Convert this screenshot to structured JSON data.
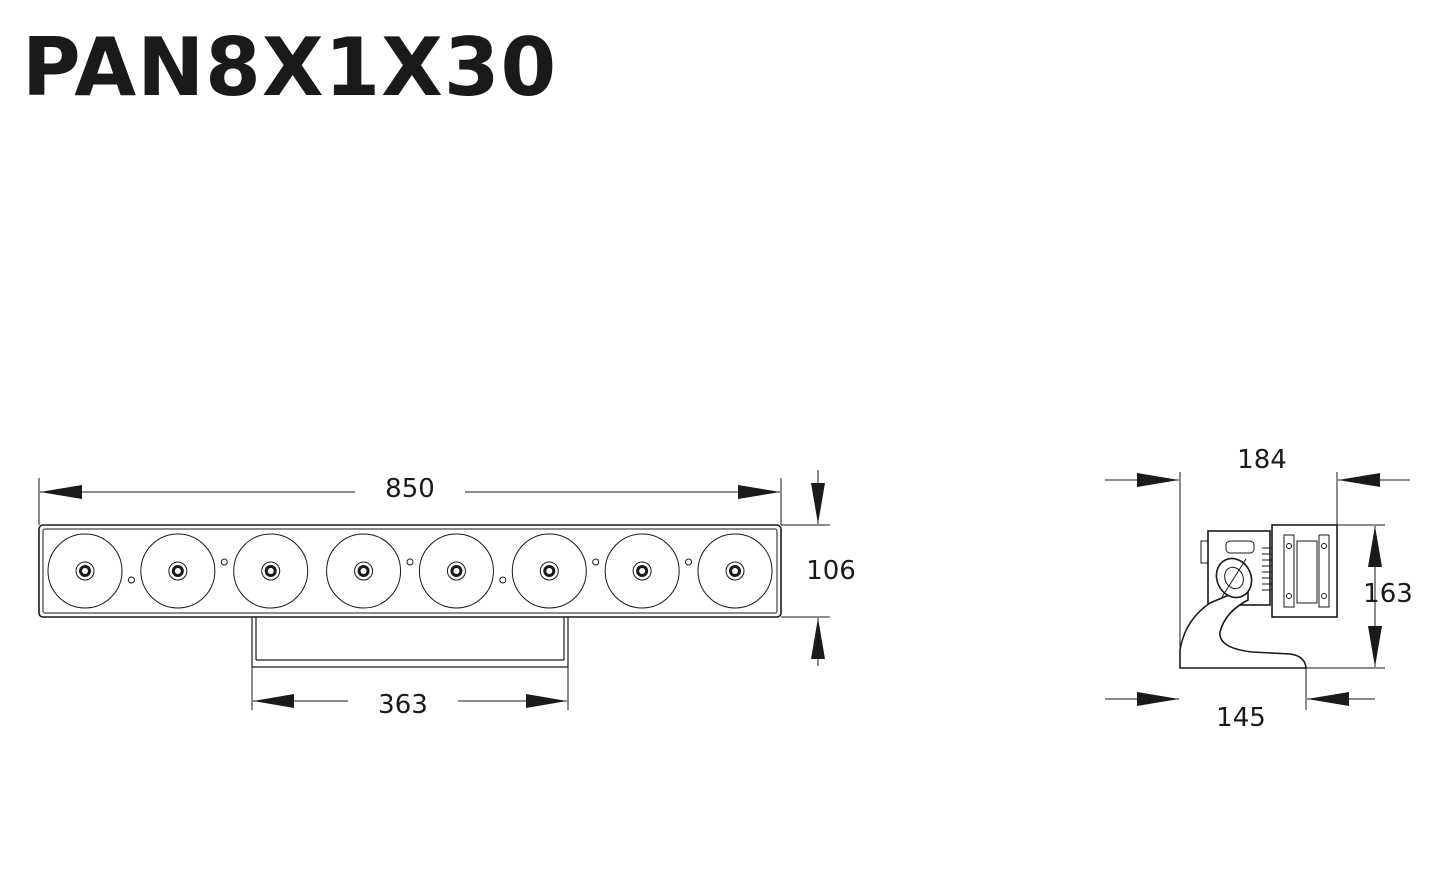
{
  "title": "PAN8X1X30",
  "front_view": {
    "lens_count": 8,
    "dimensions": {
      "width": "850",
      "height": "106",
      "bracket_width": "363"
    }
  },
  "side_view": {
    "dimensions": {
      "depth": "184",
      "height": "163",
      "base_depth": "145"
    }
  }
}
